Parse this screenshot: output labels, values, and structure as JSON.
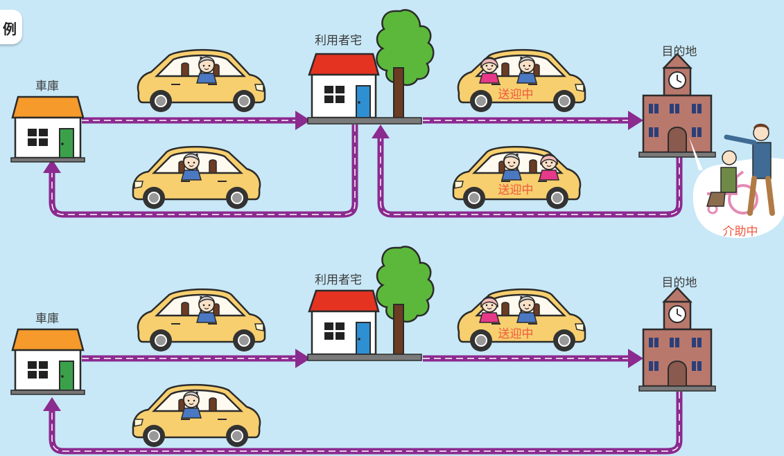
{
  "corner_tab": {
    "label": "例"
  },
  "diagram1": {
    "garage_label": "車庫",
    "user_home_label": "利用者宅",
    "destination_label": "目的地",
    "transport_tag_upper": "送迎中",
    "transport_tag_lower": "送迎中",
    "assist_tag": "介助中"
  },
  "diagram2": {
    "garage_label": "車庫",
    "user_home_label": "利用者宅",
    "destination_label": "目的地",
    "transport_tag": "送迎中"
  },
  "colors": {
    "background": "#c8e8f7",
    "route": "#8b2a8f",
    "car_body": "#f7cf6f",
    "garage_roof": "#f59a2b",
    "home_roof": "#e53322",
    "building": "#b9786c",
    "tree": "#5cb83a",
    "tag_text": "#f0573d"
  }
}
